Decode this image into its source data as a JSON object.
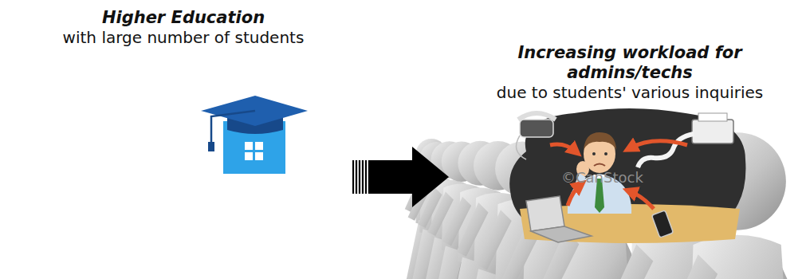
{
  "diagram": {
    "nodes": [
      {
        "text": [
          "Higher Education",
          "with large number of students"
        ]
      },
      {
        "text": [
          "Increasing workload for admins/techs",
          "due to students' various inquiries"
        ]
      }
    ],
    "edges": [
      {
        "from": 0,
        "to": 1,
        "arrow": "to"
      }
    ],
    "labels": [
      "©CanStock"
    ]
  }
}
